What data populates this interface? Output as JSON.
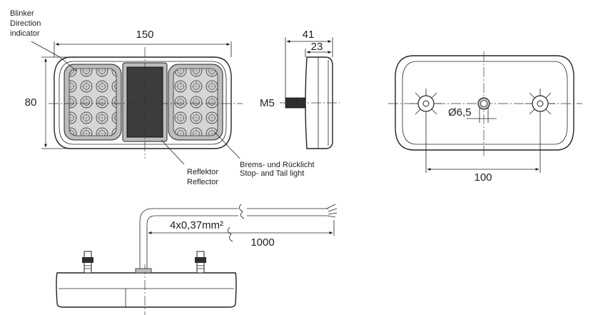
{
  "labels": {
    "blinker_de": "Blinker",
    "blinker_en_1": "Direction",
    "blinker_en_2": "indicator",
    "reflector_de": "Reflektor",
    "reflector_en": "Reflector",
    "stop_de": "Brems- und Rücklicht",
    "stop_en": "Stop- and Tail light"
  },
  "dimensions": {
    "width": "150",
    "height": "80",
    "depth_total": "41",
    "depth_body": "23",
    "thread": "M5",
    "hole_diameter": "Ø6,5",
    "mount_spacing": "100",
    "cable": "4x0,37mm²",
    "cable_length": "1000"
  }
}
